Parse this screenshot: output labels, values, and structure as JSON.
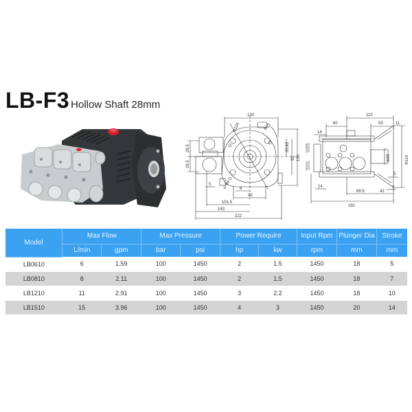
{
  "header": {
    "model": "LB-F3",
    "subtitle": "Hollow Shaft 28mm"
  },
  "image": {
    "description": "pump-photo",
    "colors": {
      "body": "#3a3d40",
      "manifold": "#c9ccce",
      "oil_cap": "#d8202a"
    }
  },
  "drawings": {
    "front_view": {
      "dims": [
        "130",
        "Φ118",
        "R73",
        "28.5",
        "28.5",
        "32",
        "33.83",
        "92",
        "130",
        "5",
        "4-Φ9",
        "8",
        "92",
        "101.5",
        "143",
        "222"
      ]
    },
    "side_view": {
      "dims": [
        "110",
        "60",
        "50",
        "11",
        "14",
        "G3/8",
        "G1/2",
        "Φ28",
        "Φ110",
        "5",
        "14",
        "7",
        "42",
        "69.5",
        "192"
      ]
    }
  },
  "table": {
    "headers": {
      "model": "Model",
      "groups": [
        {
          "label": "Max Flow",
          "units": [
            "L/min",
            "gpm"
          ]
        },
        {
          "label": "Max Pressure",
          "units": [
            "bar",
            "psi"
          ]
        },
        {
          "label": "Power Require",
          "units": [
            "hp",
            "kw"
          ]
        },
        {
          "label": "Input Rpm",
          "units": [
            "rpm"
          ]
        },
        {
          "label": "Plunger Dia",
          "units": [
            "mm"
          ]
        },
        {
          "label": "Stroke",
          "units": [
            "mm"
          ]
        }
      ]
    },
    "rows": [
      {
        "model": "LB0610",
        "lmin": "6",
        "gpm": "1.59",
        "bar": "100",
        "psi": "1450",
        "hp": "2",
        "kw": "1.5",
        "rpm": "1450",
        "plunger": "18",
        "stroke": "5"
      },
      {
        "model": "LB0810",
        "lmin": "8",
        "gpm": "2.11",
        "bar": "100",
        "psi": "1450",
        "hp": "2",
        "kw": "1.5",
        "rpm": "1450",
        "plunger": "18",
        "stroke": "7"
      },
      {
        "model": "LB1210",
        "lmin": "11",
        "gpm": "2.91",
        "bar": "100",
        "psi": "1450",
        "hp": "3",
        "kw": "2.2",
        "rpm": "1450",
        "plunger": "18",
        "stroke": "10"
      },
      {
        "model": "LB1510",
        "lmin": "15",
        "gpm": "3.96",
        "bar": "100",
        "psi": "1450",
        "hp": "4",
        "kw": "3",
        "rpm": "1450",
        "plunger": "20",
        "stroke": "14"
      }
    ]
  },
  "colors": {
    "header_blue": "#3ba2f2",
    "row_alt": "#d4d4d4"
  }
}
